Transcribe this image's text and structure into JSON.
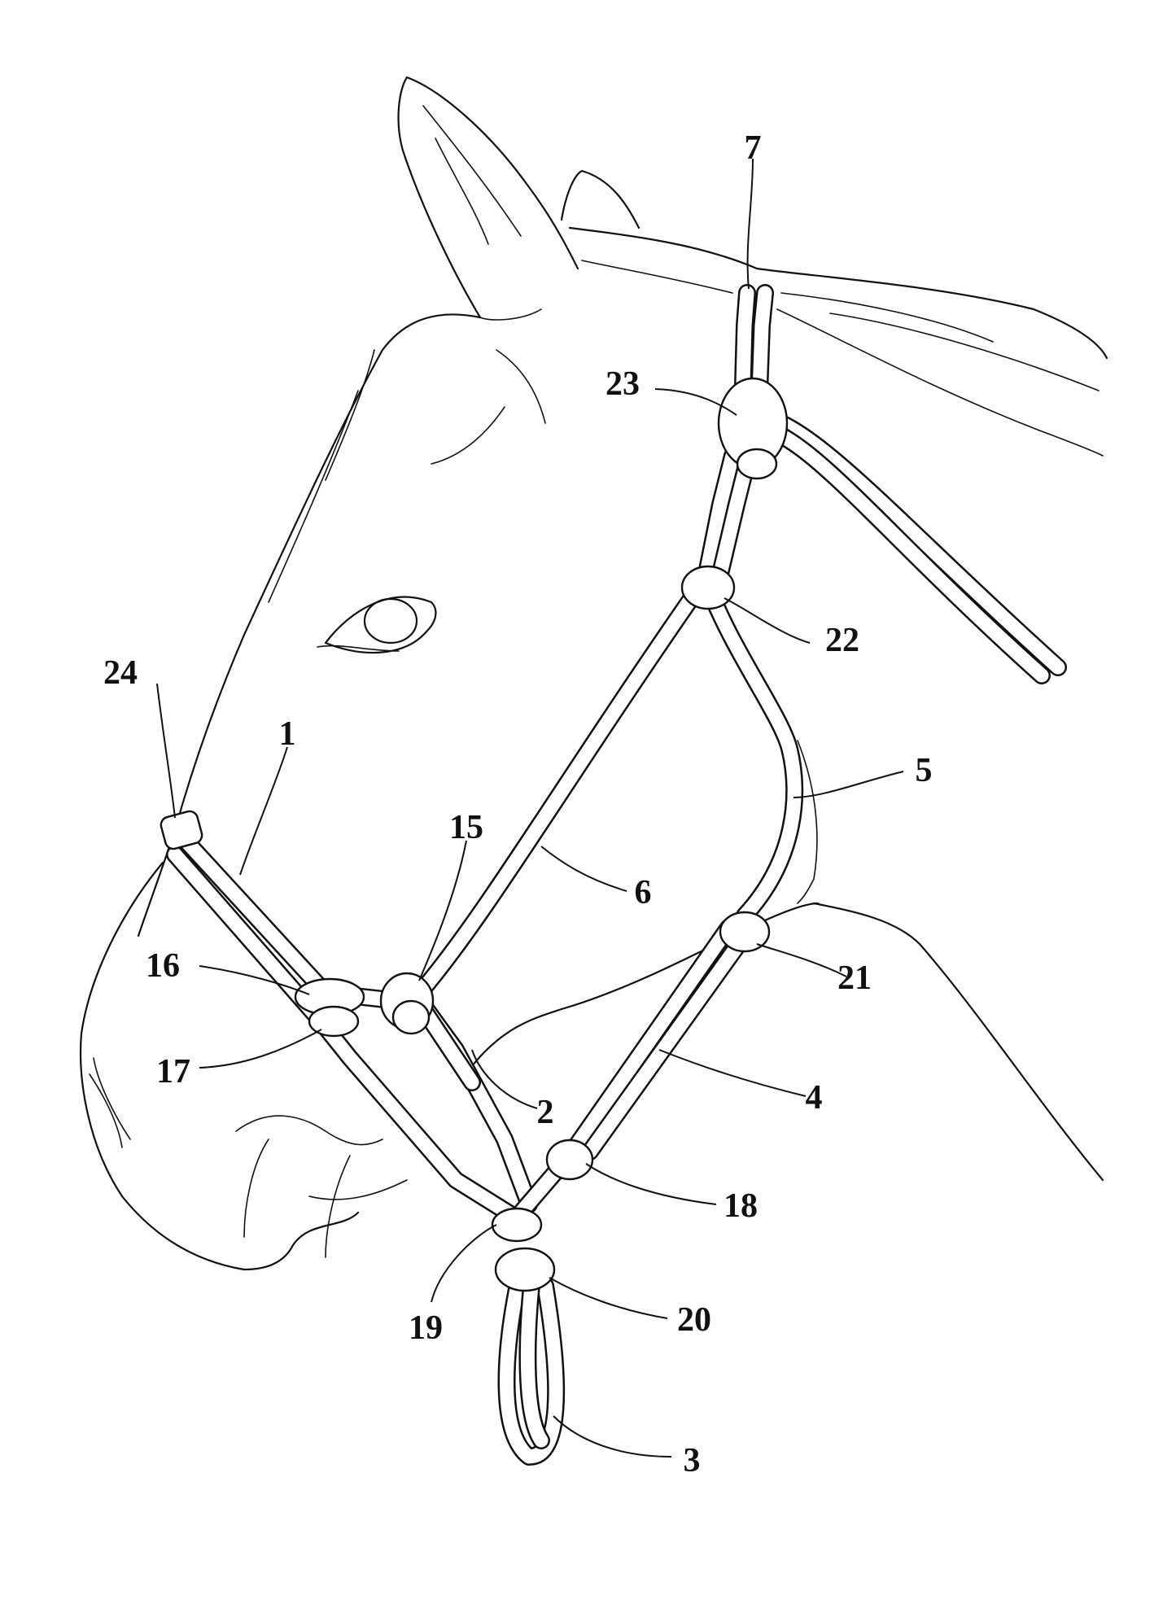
{
  "figure": {
    "labels": {
      "l1": "1",
      "l2": "2",
      "l3": "3",
      "l4": "4",
      "l5": "5",
      "l6": "6",
      "l7": "7",
      "l15": "15",
      "l16": "16",
      "l17": "17",
      "l18": "18",
      "l19": "19",
      "l20": "20",
      "l21": "21",
      "l22": "22",
      "l23": "23",
      "l24": "24"
    }
  }
}
